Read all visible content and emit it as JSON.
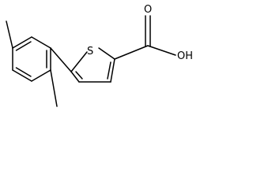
{
  "molecule": {
    "atoms": {
      "sulfur": "S",
      "carbonyl_oxygen": "O",
      "hydroxyl": "OH"
    }
  },
  "colors": {
    "bond": "#000000",
    "background": "#ffffff"
  }
}
